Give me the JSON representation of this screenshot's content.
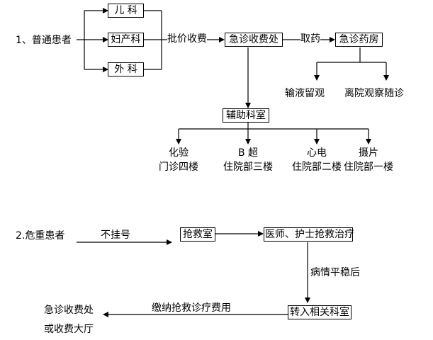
{
  "section1": {
    "title": "1、普通患者",
    "departments": [
      "儿  科",
      "妇产科",
      "外  科"
    ],
    "pricing_label": "批价收费",
    "cashier": "急诊收费处",
    "get_medicine_label": "取药",
    "pharmacy": "急诊药房",
    "pharmacy_outcomes": [
      "输液留观",
      "离院观察随诊"
    ],
    "auxiliary": "辅助科室",
    "auxiliary_units": [
      {
        "name": "化验",
        "location": "门诊四楼"
      },
      {
        "name": "B 超",
        "location": "住院部三楼"
      },
      {
        "name": "心电",
        "location": "住院部二楼"
      },
      {
        "name": "摄片",
        "location": "住院部一楼"
      }
    ]
  },
  "section2": {
    "title": "2.危重患者",
    "no_registration_label": "不挂号",
    "rescue_room": "抢救室",
    "treatment": "医师、护士抢救治疗",
    "stable_label": "病情平稳后",
    "transfer": "转入相关科室",
    "payment_label": "缴纳抢救诊疗费用",
    "destination_line1": "急诊收费处",
    "destination_line2": "或收费大厅"
  }
}
